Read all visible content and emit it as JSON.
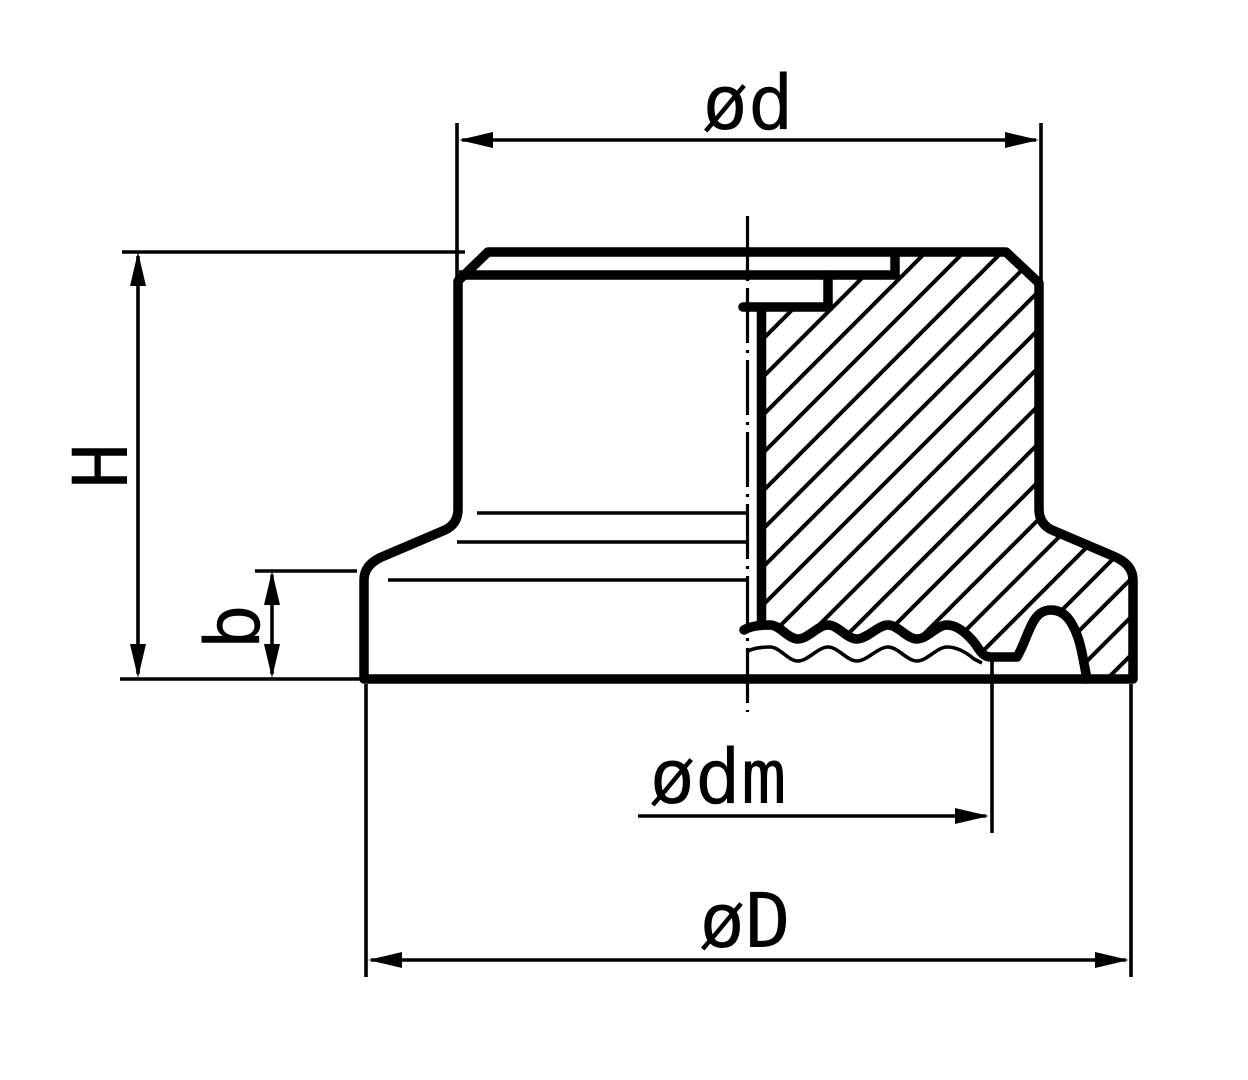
{
  "drawing": {
    "description": "half-section technical drawing of a round knob with flange and serrated base",
    "colors": {
      "ink": "#000000",
      "paper": "#ffffff"
    },
    "labels": {
      "dia_top": "ød",
      "overall_height": "H",
      "flange_height": "b",
      "dia_serration": "ødm",
      "dia_flange": "øD"
    }
  }
}
